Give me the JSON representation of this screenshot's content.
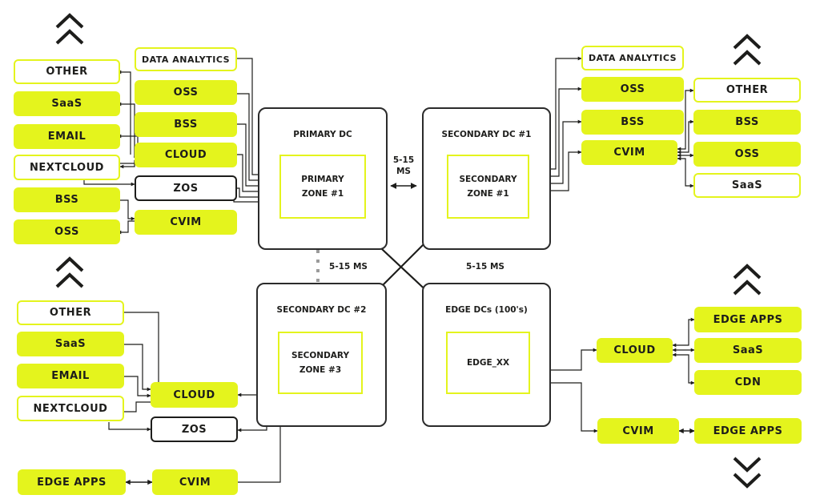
{
  "colors": {
    "accent": "#e4f41d",
    "ink": "#1d1d1b"
  },
  "latency": {
    "primary_secondary1": [
      "5-15",
      "MS"
    ],
    "primary_secondary2": "5-15 MS",
    "to_edge": "5-15 MS"
  },
  "datacenters": {
    "primary": {
      "title": "PRIMARY DC",
      "zone": [
        "PRIMARY",
        "ZONE #1"
      ]
    },
    "secondary1": {
      "title": "SECONDARY DC #1",
      "zone": [
        "SECONDARY",
        "ZONE #1"
      ]
    },
    "secondary2": {
      "title": "SECONDARY DC #2",
      "zone": [
        "SECONDARY",
        "ZONE #3"
      ]
    },
    "edge": {
      "title": "EDGE DCs (100's)",
      "zone": "EDGE_XX"
    }
  },
  "top_left": {
    "column1": [
      "OTHER",
      "SaaS",
      "EMAIL",
      "NEXTCLOUD",
      "BSS",
      "OSS"
    ],
    "data_analytics": "DATA ANALYTICS",
    "oss": "OSS",
    "bss": "BSS",
    "cloud": "CLOUD",
    "zos": "ZOS",
    "cvim": "CVIM"
  },
  "top_right": {
    "data_analytics": "DATA ANALYTICS",
    "oss": "OSS",
    "bss": "BSS",
    "cvim": "CVIM",
    "column": [
      "OTHER",
      "BSS",
      "OSS",
      "SaaS"
    ]
  },
  "bottom_left": {
    "column1": [
      "OTHER",
      "SaaS",
      "EMAIL",
      "NEXTCLOUD"
    ],
    "cloud": "CLOUD",
    "zos": "ZOS",
    "edge_apps": "EDGE APPS",
    "cvim": "CVIM"
  },
  "bottom_right": {
    "column": [
      "EDGE APPS",
      "SaaS",
      "CDN"
    ],
    "cloud": "CLOUD",
    "cvim": "CVIM",
    "edge_apps": "EDGE APPS"
  },
  "icons": {
    "top_left": "double-chevron-up-icon",
    "top_right": "double-chevron-up-icon",
    "bottom_left": "double-chevron-up-icon",
    "bottom_right_up": "double-chevron-up-icon",
    "bottom_right_down": "double-chevron-down-icon"
  }
}
